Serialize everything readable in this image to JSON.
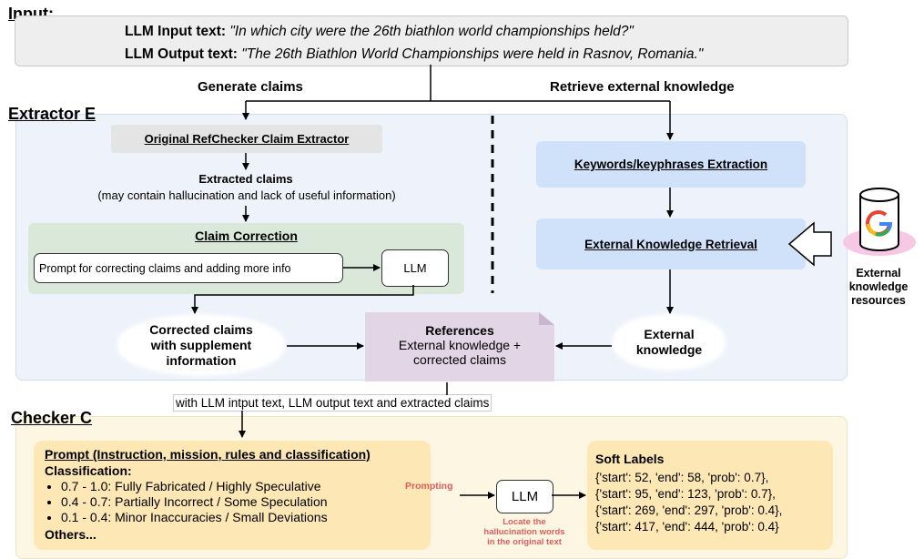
{
  "input": {
    "title": "Input:",
    "input_label": "LLM Input text:",
    "input_value": "\"In which city were the 26th biathlon world championships held?\"",
    "output_label": "LLM Output text:",
    "output_value": "\"The 26th Biathlon World Championships were held in Rasnov, Romania.\""
  },
  "flows": {
    "generate_claims": "Generate claims",
    "retrieve_knowledge": "Retrieve external knowledge"
  },
  "extractor": {
    "title": "Extractor E",
    "original_extractor": "Original RefChecker Claim Extractor",
    "extracted_claims": "Extracted claims",
    "extracted_note": "(may contain hallucination and lack of useful information)",
    "claim_correction": "Claim Correction",
    "prompt_correcting": "Prompt for correcting claims and adding more info",
    "llm": "LLM",
    "corrected_claims": [
      "Corrected claims",
      "with supplement",
      "information"
    ],
    "keywords_extraction": "Keywords/keyphrases Extraction",
    "knowledge_retrieval": "External Knowledge Retrieval",
    "external_knowledge": [
      "External",
      "knowledge"
    ],
    "resources": [
      "External",
      "knowledge",
      "resources"
    ],
    "references_title": "References",
    "references_body": [
      "External knowledge +",
      "corrected claims"
    ],
    "google_letter": "G"
  },
  "checker": {
    "title": "Checker C",
    "context_label": "with LLM intput text, LLM output text and extracted claims",
    "prompt_title": "Prompt  (Instruction, mission, rules and classification)",
    "classification_label": "Classification:",
    "classes": [
      "0.7 - 1.0: Fully Fabricated / Highly Speculative",
      "0.4 - 0.7: Partially Incorrect / Some Speculation",
      "0.1 - 0.4: Minor Inaccuracies / Small Deviations"
    ],
    "others": "Others...",
    "prompting": "Prompting",
    "llm": "LLM",
    "locate_note": [
      "Locate the",
      "hallucination words",
      "in the original text"
    ],
    "soft_labels_title": "Soft Labels",
    "soft_labels": [
      "{'start': 52, 'end': 58, 'prob': 0.7},",
      "{'start': 95, 'end': 123, 'prob': 0.7},",
      "{'start': 269, 'end': 297, 'prob': 0.4},",
      "{'start': 417, 'end': 444, 'prob': 0.4}"
    ]
  },
  "colors": {
    "extractor_bg": "#eef3fb",
    "checker_bg": "#fdf6e3",
    "blue_box": "#cfe2f9",
    "green_box": "#d9e8d8",
    "references": "#e2d5e6",
    "prompt_box": "#fde7b4",
    "red_note": "#e05d5d"
  }
}
